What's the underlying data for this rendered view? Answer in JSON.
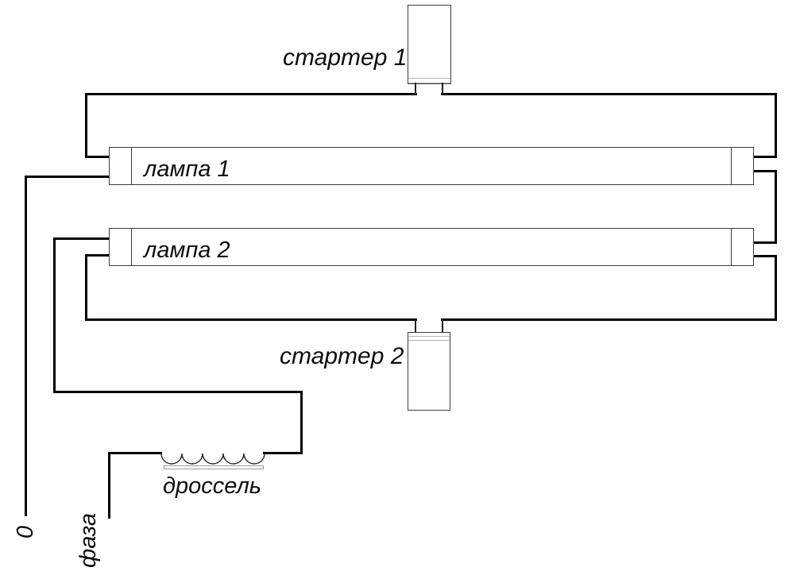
{
  "colors": {
    "background": "#ffffff",
    "wire": "#000000",
    "outline": "#3c3c3c",
    "band": "#b3b3b3",
    "text": "#0d0d0d"
  },
  "labels": {
    "starter1": "стартер 1",
    "lamp1": "лампа 1",
    "lamp2": "лампа 2",
    "starter2": "стартер 2",
    "choke": "дроссель",
    "neutral": "0",
    "phase": "фаза"
  }
}
